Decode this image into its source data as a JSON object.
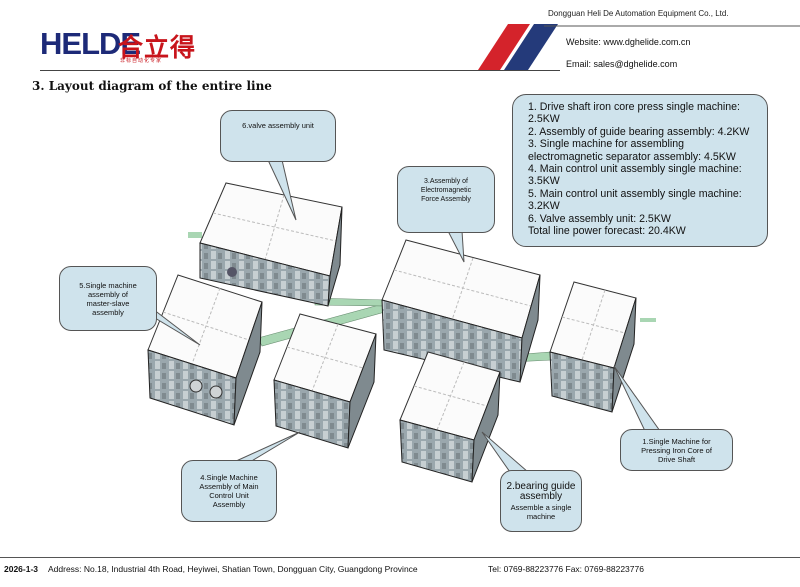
{
  "header": {
    "company": "Dongguan Heli De Automation Equipment Co., Ltd.",
    "website": "Website: www.dghelide.com.cn",
    "email": "Email: sales@dghelide.com",
    "logo_latin": "HELDE",
    "logo_cn": "合立得",
    "logo_sub": "非标自动化专家"
  },
  "title": "3.  Layout diagram of the entire line",
  "power_list": [
    "1. Drive shaft iron core press single machine: 2.5KW",
    "2. Assembly of guide bearing assembly:  4.2KW",
    "3. Single machine for assembling electromagnetic separator assembly: 4.5KW",
    "4. Main control unit assembly single machine: 3.5KW",
    "5. Main control unit assembly single machine: 3.2KW",
    "6. Valve assembly unit: 2.5KW",
    "Total line power forecast: 20.4KW"
  ],
  "callouts": {
    "c6": [
      "6.valve assembly unit"
    ],
    "c3": [
      "3.Assembly of",
      "Electromagnetic",
      "Force Assembly"
    ],
    "c5": [
      "5.Single machine",
      "assembly of",
      "master-slave",
      "assembly"
    ],
    "c4": [
      "4.Single Machine",
      "Assembly of Main",
      "Control Unit",
      "Assembly"
    ],
    "c2_big": [
      "2.bearing guide",
      "assembly"
    ],
    "c2_small": [
      "Assemble a single",
      "machine"
    ],
    "c1": [
      "1.Single Machine for",
      "Pressing Iron Core of",
      "Drive Shaft"
    ]
  },
  "footer": {
    "date": "2026-1-3",
    "address": "Address: No.18, Industrial 4th Road, Heyiwei, Shatian Town, Dongguan City, Guangdong Province",
    "tel": "Tel: 0769-88223776 Fax: 0769-88223776"
  }
}
